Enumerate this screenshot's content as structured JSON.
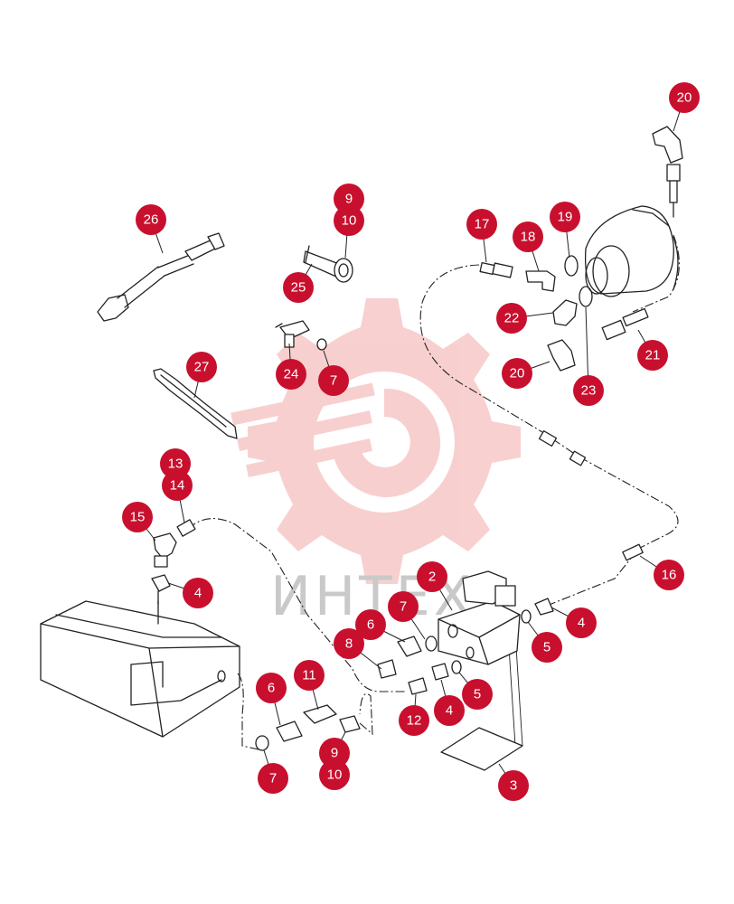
{
  "watermark": {
    "text": "ИНТЕХ",
    "color": "#f3b8b8"
  },
  "colors": {
    "callout": "#c8102e",
    "line": "#222222"
  },
  "callouts": [
    {
      "id": "c-20a",
      "label": "20"
    },
    {
      "id": "c-26",
      "label": "26"
    },
    {
      "id": "c-9a",
      "label": "9"
    },
    {
      "id": "c-10a",
      "label": "10"
    },
    {
      "id": "c-17",
      "label": "17"
    },
    {
      "id": "c-19",
      "label": "19"
    },
    {
      "id": "c-18",
      "label": "18"
    },
    {
      "id": "c-25",
      "label": "25"
    },
    {
      "id": "c-22",
      "label": "22"
    },
    {
      "id": "c-21",
      "label": "21"
    },
    {
      "id": "c-24",
      "label": "24"
    },
    {
      "id": "c-7a",
      "label": "7"
    },
    {
      "id": "c-27",
      "label": "27"
    },
    {
      "id": "c-20b",
      "label": "20"
    },
    {
      "id": "c-23",
      "label": "23"
    },
    {
      "id": "c-13",
      "label": "13"
    },
    {
      "id": "c-14",
      "label": "14"
    },
    {
      "id": "c-15",
      "label": "15"
    },
    {
      "id": "c-16",
      "label": "16"
    },
    {
      "id": "c-2",
      "label": "2"
    },
    {
      "id": "c-4a",
      "label": "4"
    },
    {
      "id": "c-7b",
      "label": "7"
    },
    {
      "id": "c-4b",
      "label": "4"
    },
    {
      "id": "c-6a",
      "label": "6"
    },
    {
      "id": "c-5a",
      "label": "5"
    },
    {
      "id": "c-8",
      "label": "8"
    },
    {
      "id": "c-11",
      "label": "11"
    },
    {
      "id": "c-5b",
      "label": "5"
    },
    {
      "id": "c-6b",
      "label": "6"
    },
    {
      "id": "c-4c",
      "label": "4"
    },
    {
      "id": "c-12",
      "label": "12"
    },
    {
      "id": "c-9b",
      "label": "9"
    },
    {
      "id": "c-7c",
      "label": "7"
    },
    {
      "id": "c-10b",
      "label": "10"
    },
    {
      "id": "c-3",
      "label": "3"
    }
  ]
}
